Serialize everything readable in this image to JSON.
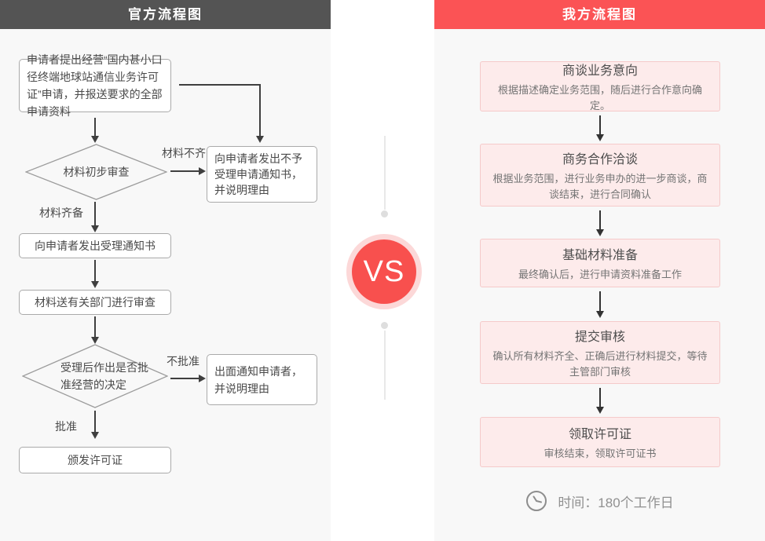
{
  "left_panel": {
    "title": "官方流程图",
    "start_box": "申请者提出经营“国内甚小口径终端地球站通信业务许可证”申请，并报送要求的全部申请资料",
    "decision1": "材料初步审查",
    "label_incomplete": "材料不齐",
    "reject_box1": "向申请者发出不予受理申请通知书，并说明理由",
    "label_complete": "材料齐备",
    "accept_box": "向申请者发出受理通知书",
    "review_box": "材料送有关部门进行审查",
    "decision2": "受理后作出是否批准经营的决定",
    "label_not_approved": "不批准",
    "reject_box2": "出面通知申请者，并说明理由",
    "label_approved": "批准",
    "license_box": "颁发许可证"
  },
  "divider": {
    "vs_label": "VS"
  },
  "right_panel": {
    "title": "我方流程图",
    "steps": [
      {
        "title": "商谈业务意向",
        "desc": "根据描述确定业务范围，随后进行合作意向确定。"
      },
      {
        "title": "商务合作洽谈",
        "desc": "根据业务范围，进行业务申办的进一步商谈，商谈结束，进行合同确认"
      },
      {
        "title": "基础材料准备",
        "desc": "最终确认后，进行申请资料准备工作"
      },
      {
        "title": "提交审核",
        "desc": "确认所有材料齐全、正确后进行材料提交，等待主管部门审核"
      },
      {
        "title": "领取许可证",
        "desc": "审核结束，领取许可证书"
      }
    ],
    "time_note": "时间：180个工作日"
  },
  "colors": {
    "left_header_bg": "#545454",
    "right_header_bg": "#fb5355",
    "panel_bg": "#f8f8f8",
    "vs_circle": "#f8504e",
    "vs_ring": "#fcd8d8",
    "pink_box_bg": "#fdebeb",
    "pink_box_border": "#f5caca",
    "arrow": "#3f3f3f"
  }
}
